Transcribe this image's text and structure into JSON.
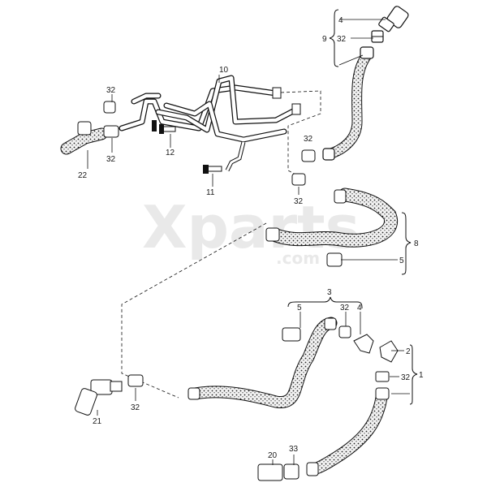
{
  "watermark": {
    "brand": "Xparts",
    "domain": ".com"
  },
  "labels": {
    "n4_top": "4",
    "n9": "9",
    "n32_top": "32",
    "n10": "10",
    "n32_left_top": "32",
    "n32_left_bottom": "32",
    "n12": "12",
    "n22": "22",
    "n11": "11",
    "n32_mid_a": "32",
    "n32_mid_b": "32",
    "n8": "8",
    "n5_right": "5",
    "n3": "3",
    "n5_low": "5",
    "n32_low": "32",
    "n4_low": "4",
    "n2": "2",
    "n32_right": "32",
    "n1": "1",
    "n21": "21",
    "n32_lower_left": "32",
    "n20": "20",
    "n33": "33"
  }
}
